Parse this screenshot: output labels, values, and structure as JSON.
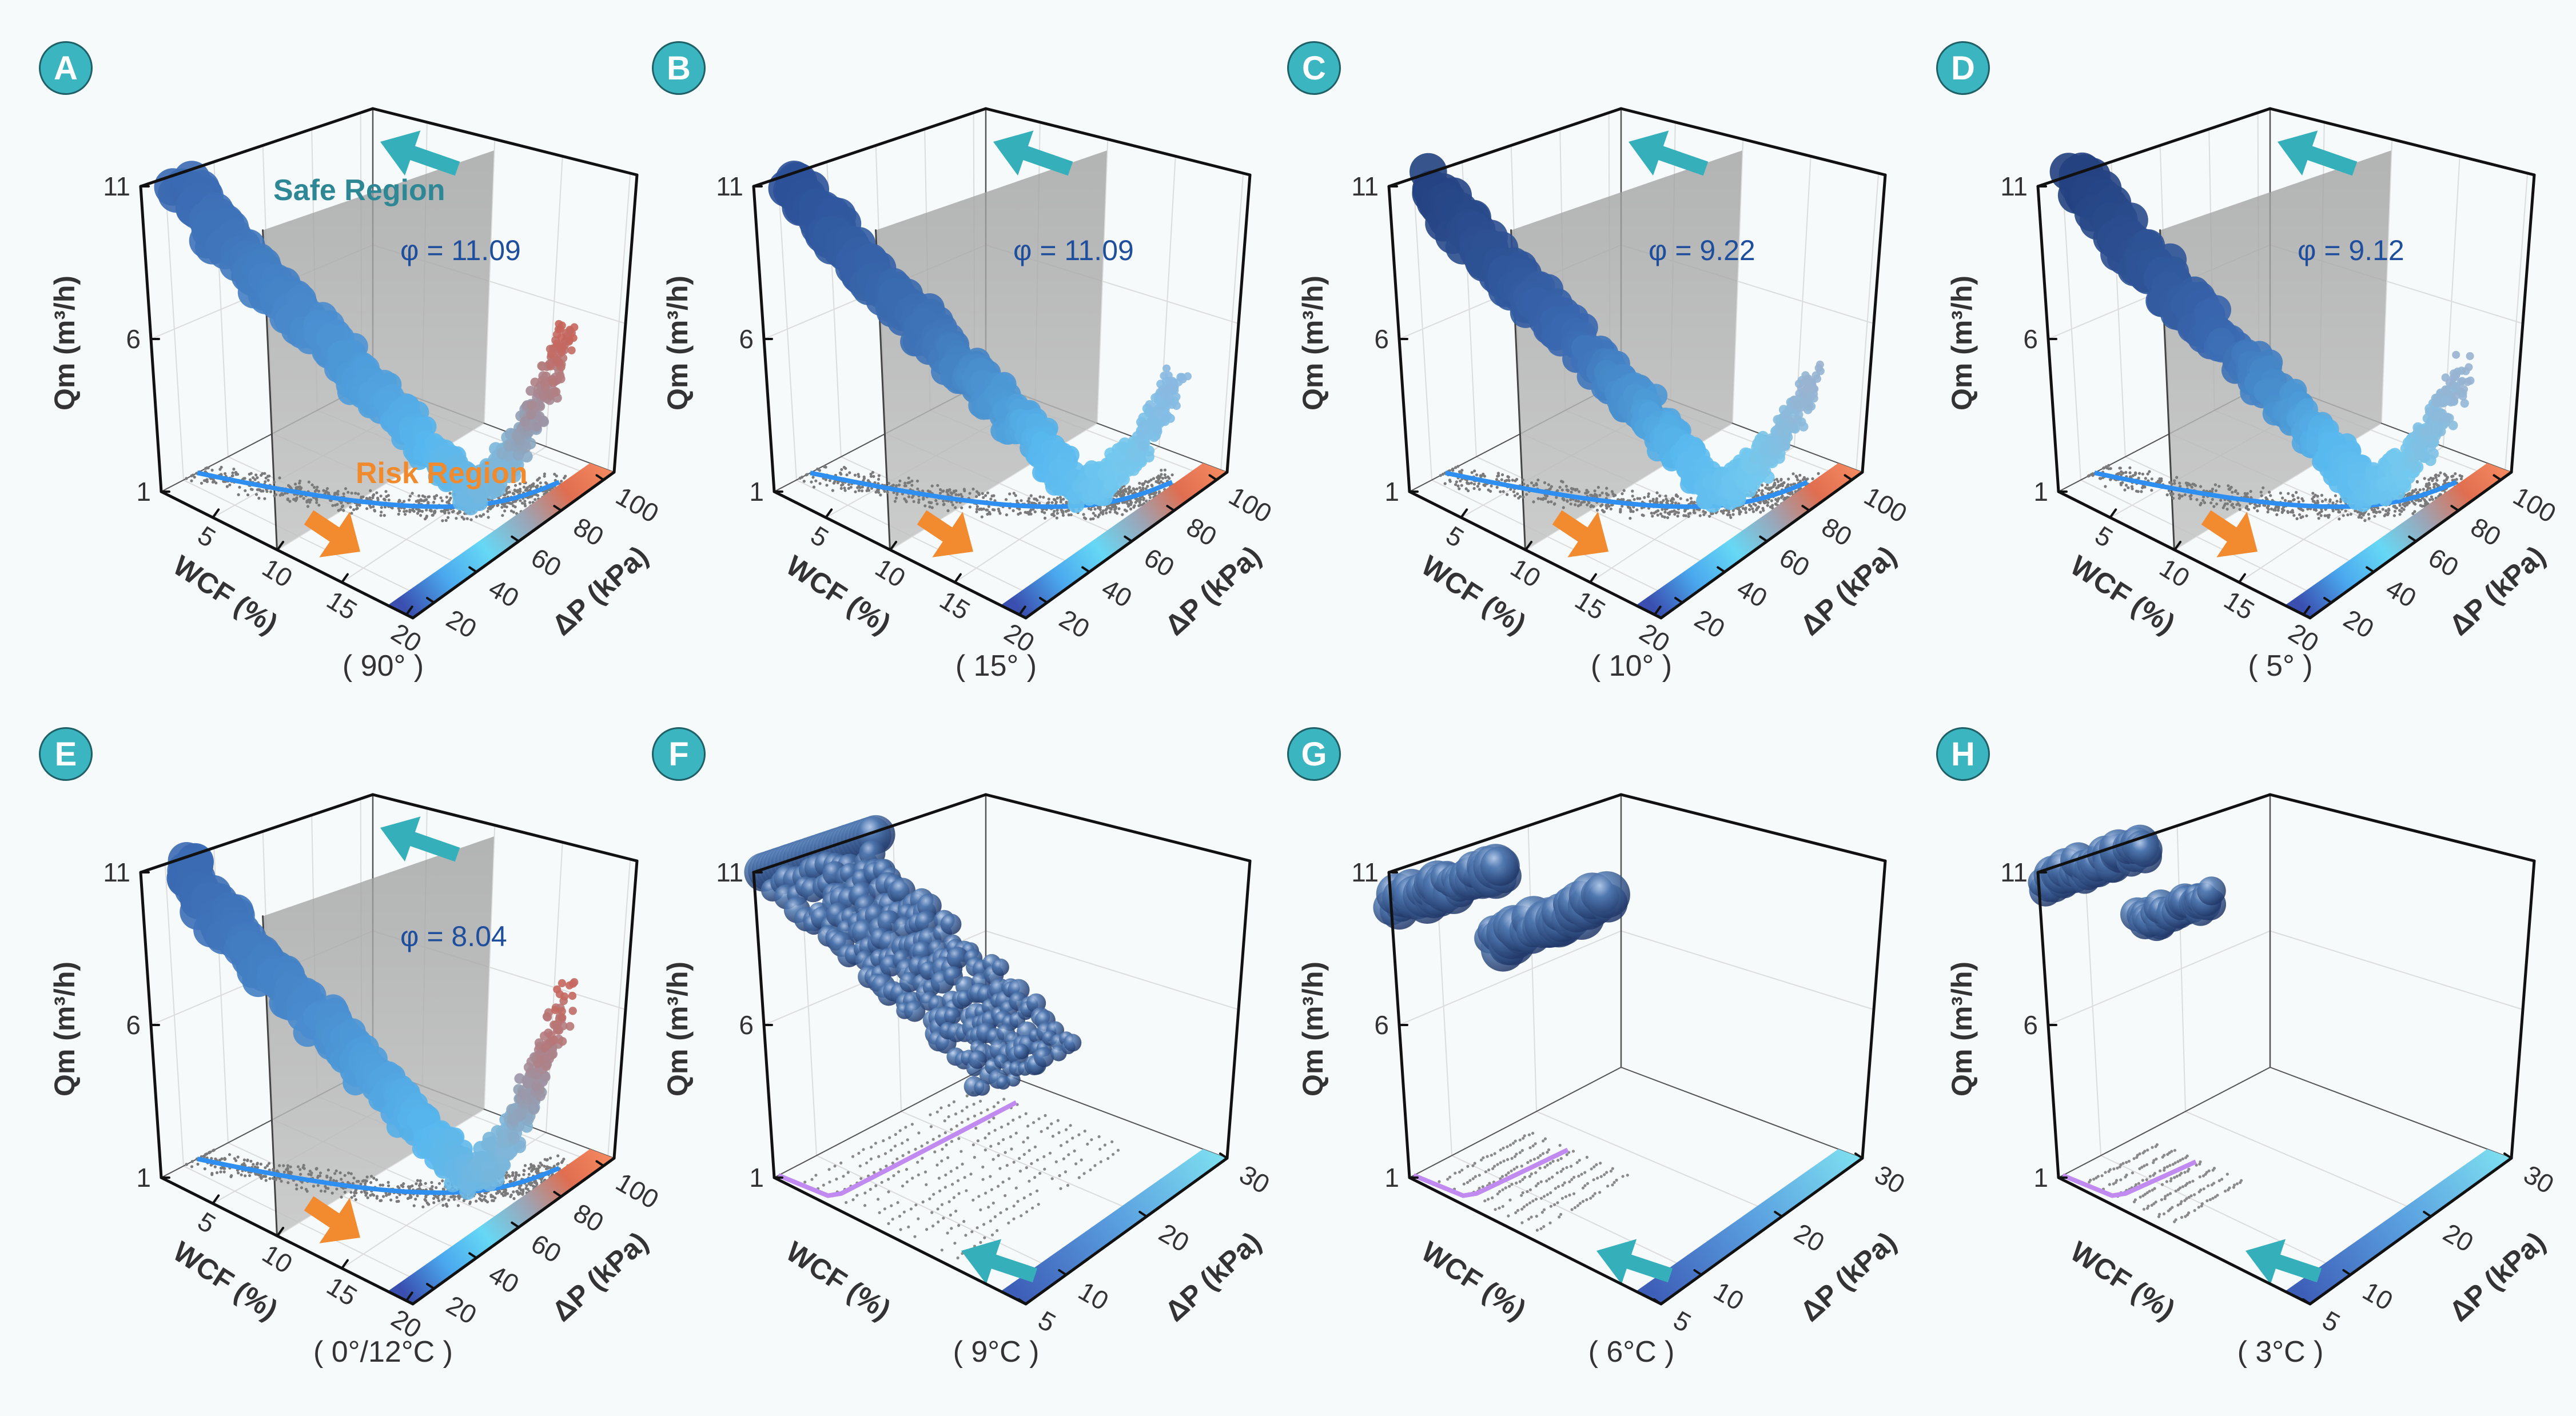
{
  "colors": {
    "background": "#f6fafa",
    "badge": "#3bb5c0",
    "phi_text": "#1f4e9c",
    "safe_text": "#2e8794",
    "risk_text": "#f08a2c",
    "safe_arrow": "#35b0bb",
    "risk_arrow": "#f28a30",
    "floor_curve_main": "#2f8ff0",
    "floor_curve_cold": "#c08af0",
    "divider_plane": "#b4b4b4",
    "colorbar_pressure": [
      "#3a4fb0",
      "#4aa8ee",
      "#66d8f5",
      "#9aa6b8",
      "#e06e50",
      "#f58a60"
    ],
    "colorbar_cold": [
      "#3e5fb8",
      "#5aa0e0",
      "#7ee0f0"
    ]
  },
  "chart_data": [
    {
      "panel": "A",
      "type": "scatter3d",
      "caption": "( 90° )",
      "annotation": "φ = 11.09",
      "safe_label": "Safe Region",
      "risk_label": "Risk Region",
      "arrows": [
        "safe-direction",
        "risk-direction"
      ],
      "zlabel": "Qm (m³/h)",
      "xlabel": "WCF (%)",
      "ylabel": "ΔP (kPa)",
      "z_ticks": [
        "1",
        "6",
        "11"
      ],
      "x_ticks": [
        "5",
        "10",
        "15",
        "20"
      ],
      "y_ticks": [
        "20",
        "40",
        "60",
        "80",
        "100"
      ],
      "zlim": [
        1,
        11
      ],
      "xlim": [
        1,
        20.5
      ],
      "ylim": [
        10,
        105
      ],
      "colorbar": "pressure",
      "grid": true
    },
    {
      "panel": "B",
      "type": "scatter3d",
      "caption": "( 15° )",
      "annotation": "φ = 11.09",
      "arrows": [
        "safe-direction",
        "risk-direction"
      ],
      "zlabel": "Qm (m³/h)",
      "xlabel": "WCF (%)",
      "ylabel": "ΔP (kPa)",
      "z_ticks": [
        "1",
        "6",
        "11"
      ],
      "x_ticks": [
        "5",
        "10",
        "15",
        "20"
      ],
      "y_ticks": [
        "20",
        "40",
        "60",
        "80",
        "100"
      ],
      "zlim": [
        1,
        11
      ],
      "xlim": [
        1,
        20.5
      ],
      "ylim": [
        10,
        105
      ],
      "colorbar": "pressure",
      "grid": true
    },
    {
      "panel": "C",
      "type": "scatter3d",
      "caption": "( 10° )",
      "annotation": "φ = 9.22",
      "arrows": [
        "safe-direction",
        "risk-direction"
      ],
      "zlabel": "Qm (m³/h)",
      "xlabel": "WCF (%)",
      "ylabel": "ΔP (kPa)",
      "z_ticks": [
        "1",
        "6",
        "11"
      ],
      "x_ticks": [
        "5",
        "10",
        "15",
        "20"
      ],
      "y_ticks": [
        "20",
        "40",
        "60",
        "80",
        "100"
      ],
      "zlim": [
        1,
        11
      ],
      "xlim": [
        1,
        20.5
      ],
      "ylim": [
        10,
        105
      ],
      "colorbar": "pressure",
      "grid": true
    },
    {
      "panel": "D",
      "type": "scatter3d",
      "caption": "( 5° )",
      "annotation": "φ = 9.12",
      "arrows": [
        "safe-direction",
        "risk-direction"
      ],
      "zlabel": "Qm (m³/h)",
      "xlabel": "WCF (%)",
      "ylabel": "ΔP (kPa)",
      "z_ticks": [
        "1",
        "6",
        "11"
      ],
      "x_ticks": [
        "5",
        "10",
        "15",
        "20"
      ],
      "y_ticks": [
        "20",
        "40",
        "60",
        "80",
        "100"
      ],
      "zlim": [
        1,
        11
      ],
      "xlim": [
        1,
        20.5
      ],
      "ylim": [
        10,
        105
      ],
      "colorbar": "pressure",
      "grid": true
    },
    {
      "panel": "E",
      "type": "scatter3d",
      "caption": "( 0°/12°C )",
      "annotation": "φ = 8.04",
      "arrows": [
        "safe-direction",
        "risk-direction"
      ],
      "zlabel": "Qm (m³/h)",
      "xlabel": "WCF (%)",
      "ylabel": "ΔP (kPa)",
      "z_ticks": [
        "1",
        "6",
        "11"
      ],
      "x_ticks": [
        "5",
        "10",
        "15",
        "20"
      ],
      "y_ticks": [
        "20",
        "40",
        "60",
        "80",
        "100"
      ],
      "zlim": [
        1,
        11
      ],
      "xlim": [
        1,
        20.5
      ],
      "ylim": [
        10,
        105
      ],
      "colorbar": "pressure",
      "grid": true
    },
    {
      "panel": "F",
      "type": "scatter3d",
      "caption": "( 9°C )",
      "arrows": [
        "safe-direction"
      ],
      "zlabel": "Qm (m³/h)",
      "xlabel": "WCF (%)",
      "ylabel": "ΔP (kPa)",
      "z_ticks": [
        "1",
        "6",
        "11"
      ],
      "x_ticks": [],
      "y_ticks": [
        "5",
        "10",
        "20",
        "30"
      ],
      "zlim": [
        1,
        11
      ],
      "ylim": [
        5,
        30
      ],
      "colorbar": "cold",
      "grid": true
    },
    {
      "panel": "G",
      "type": "scatter3d",
      "caption": "( 6°C )",
      "arrows": [
        "safe-direction"
      ],
      "zlabel": "Qm (m³/h)",
      "xlabel": "WCF (%)",
      "ylabel": "ΔP (kPa)",
      "z_ticks": [
        "1",
        "6",
        "11"
      ],
      "x_ticks": [],
      "y_ticks": [
        "5",
        "10",
        "20",
        "30"
      ],
      "zlim": [
        1,
        11
      ],
      "ylim": [
        5,
        30
      ],
      "colorbar": "cold",
      "grid": true
    },
    {
      "panel": "H",
      "type": "scatter3d",
      "caption": "( 3°C )",
      "arrows": [
        "safe-direction"
      ],
      "zlabel": "Qm (m³/h)",
      "xlabel": "WCF (%)",
      "ylabel": "ΔP (kPa)",
      "z_ticks": [
        "1",
        "6",
        "11"
      ],
      "x_ticks": [],
      "y_ticks": [
        "5",
        "10",
        "20",
        "30"
      ],
      "zlim": [
        1,
        11
      ],
      "ylim": [
        5,
        30
      ],
      "colorbar": "cold",
      "grid": true
    }
  ]
}
